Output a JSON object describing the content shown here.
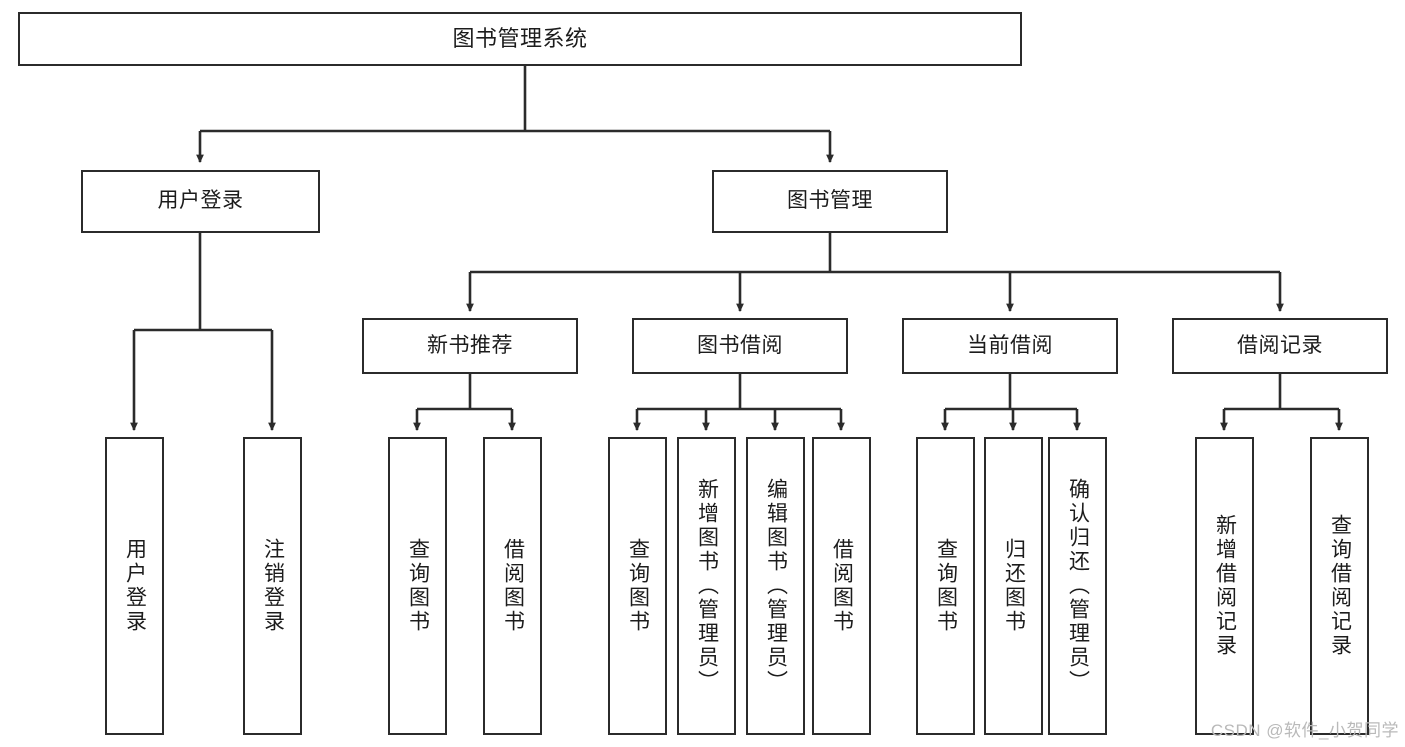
{
  "diagram": {
    "title": "图书管理系统",
    "type": "tree",
    "watermark": "CSDN @软件_小贺同学",
    "colors": {
      "stroke": "#2b2b2b",
      "fill": "#ffffff",
      "text": "#1c1c1c",
      "watermark": "#b9b9b9"
    },
    "root": {
      "label": "图书管理系统"
    },
    "level1": [
      {
        "label": "用户登录"
      },
      {
        "label": "图书管理"
      }
    ],
    "level2": [
      {
        "label": "新书推荐"
      },
      {
        "label": "图书借阅"
      },
      {
        "label": "当前借阅"
      },
      {
        "label": "借阅记录"
      }
    ],
    "leaves": {
      "user_login": [
        {
          "label": "用户登录"
        },
        {
          "label": "注销登录"
        }
      ],
      "new_book_recommend": [
        {
          "label": "查询图书"
        },
        {
          "label": "借阅图书"
        }
      ],
      "book_borrow": [
        {
          "label": "查询图书"
        },
        {
          "label": "新增图书（管理员）"
        },
        {
          "label": "编辑图书（管理员）"
        },
        {
          "label": "借阅图书"
        }
      ],
      "current_borrow": [
        {
          "label": "查询图书"
        },
        {
          "label": "归还图书"
        },
        {
          "label": "确认归还（管理员）"
        }
      ],
      "borrow_record": [
        {
          "label": "新增借阅记录"
        },
        {
          "label": "查询借阅记录"
        }
      ]
    }
  }
}
